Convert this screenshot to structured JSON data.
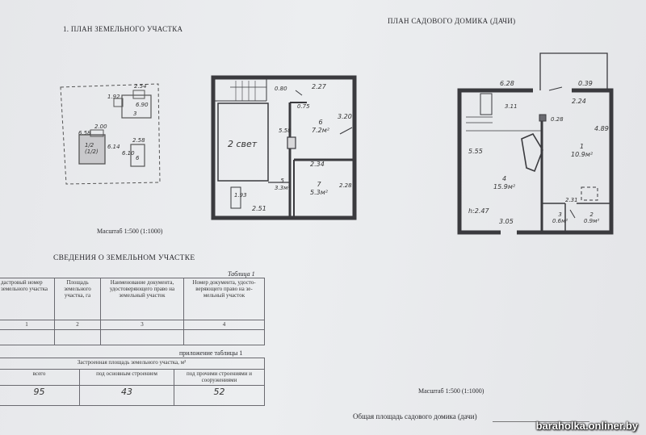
{
  "headings": {
    "land_plan": "1. ПЛАН ЗЕМЕЛЬНОГО УЧАСТКА",
    "house_plan": "ПЛАН САДОВОГО ДОМИКА (ДАЧИ)",
    "land_info": "СВЕДЕНИЯ О ЗЕМЕЛЬНОМ УЧАСТКЕ",
    "table_label": "Таблица 1",
    "appendix": "приложение  таблицы 1"
  },
  "scales": {
    "left": "Масштаб 1:500 (1:1000)",
    "right": "Масштаб 1:500 (1:1000)"
  },
  "table1": {
    "headers": [
      "дастровый номер\nземельного участка",
      "Площадь\nземельного\nучастка, га",
      "Наименование документа,\nудостоверяющего право на\nземельный участок",
      "Номер документа, удосто-\nверяющего право на зе-\nмельный участок"
    ],
    "numbers": [
      "1",
      "2",
      "3",
      "4"
    ]
  },
  "table2": {
    "title": "Застроенная площадь земельного участка, м²",
    "headers": [
      "всего",
      "под основным строением",
      "под прочими строениями и\nсооружениями"
    ],
    "values": [
      "95",
      "43",
      "52"
    ]
  },
  "total_area_label": "Общая площадь садового домика (дачи)",
  "watermark": "baraholka.onliner.by",
  "site_plan_labels": {
    "a": "2.54",
    "b": "1.92",
    "c": "3",
    "d": "6.90",
    "e": "2.00",
    "f": "6.58",
    "g": "6.14",
    "h": "1/2\n(1/2)",
    "i": "2.58",
    "j": "6.10",
    "k": "6"
  },
  "second_floor_labels": {
    "top": "2.27",
    "door": "0.80",
    "right": "3.20",
    "inner": "0.75",
    "room6": "6\n7.2м²",
    "mid": "5.58",
    "hall": "2.34",
    "room5": "5\n3.3м²",
    "room7": "7\n5.3м²",
    "right2": "2.28",
    "left_stair": "1.93",
    "bottom": "2.51",
    "void": "2 свет"
  },
  "ground_floor_labels": {
    "top_left": "6.28",
    "top_right": "0.39",
    "stair": "3.11",
    "right_top": "2.24",
    "pillar": "0.28",
    "right_dim": "4.89",
    "left_dim": "5.55",
    "room1": "1\n10.9м²",
    "room4": "4\n15.9м²",
    "height": "h:2.47",
    "bottom": "3.05",
    "small": "2.31",
    "room3": "3\n0.6м²",
    "room2": "2\n0.9м²"
  }
}
